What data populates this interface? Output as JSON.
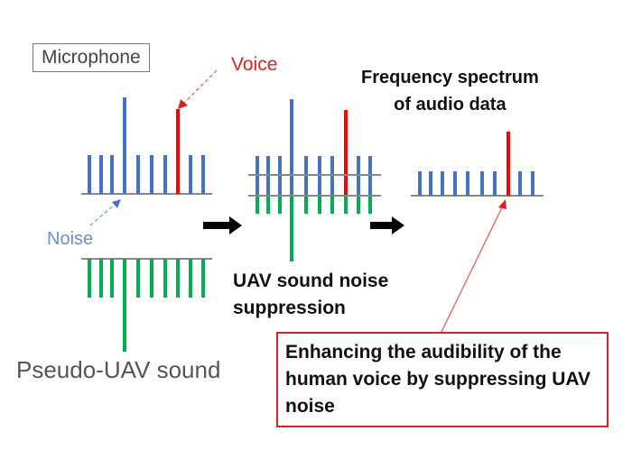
{
  "labels": {
    "microphone": "Microphone",
    "voice": "Voice",
    "noise": "Noise",
    "pseudo_uav": "Pseudo-UAV sound",
    "suppression": [
      "UAV sound noise",
      "suppression"
    ],
    "spectrum": [
      "Frequency spectrum",
      "of audio data"
    ],
    "callout": "Enhancing the audibility of the human voice by suppressing UAV noise"
  },
  "colors": {
    "noise": "#4472c4",
    "voice": "#ff0000",
    "pseudo": "#00b050",
    "axis": "#888888"
  }
}
